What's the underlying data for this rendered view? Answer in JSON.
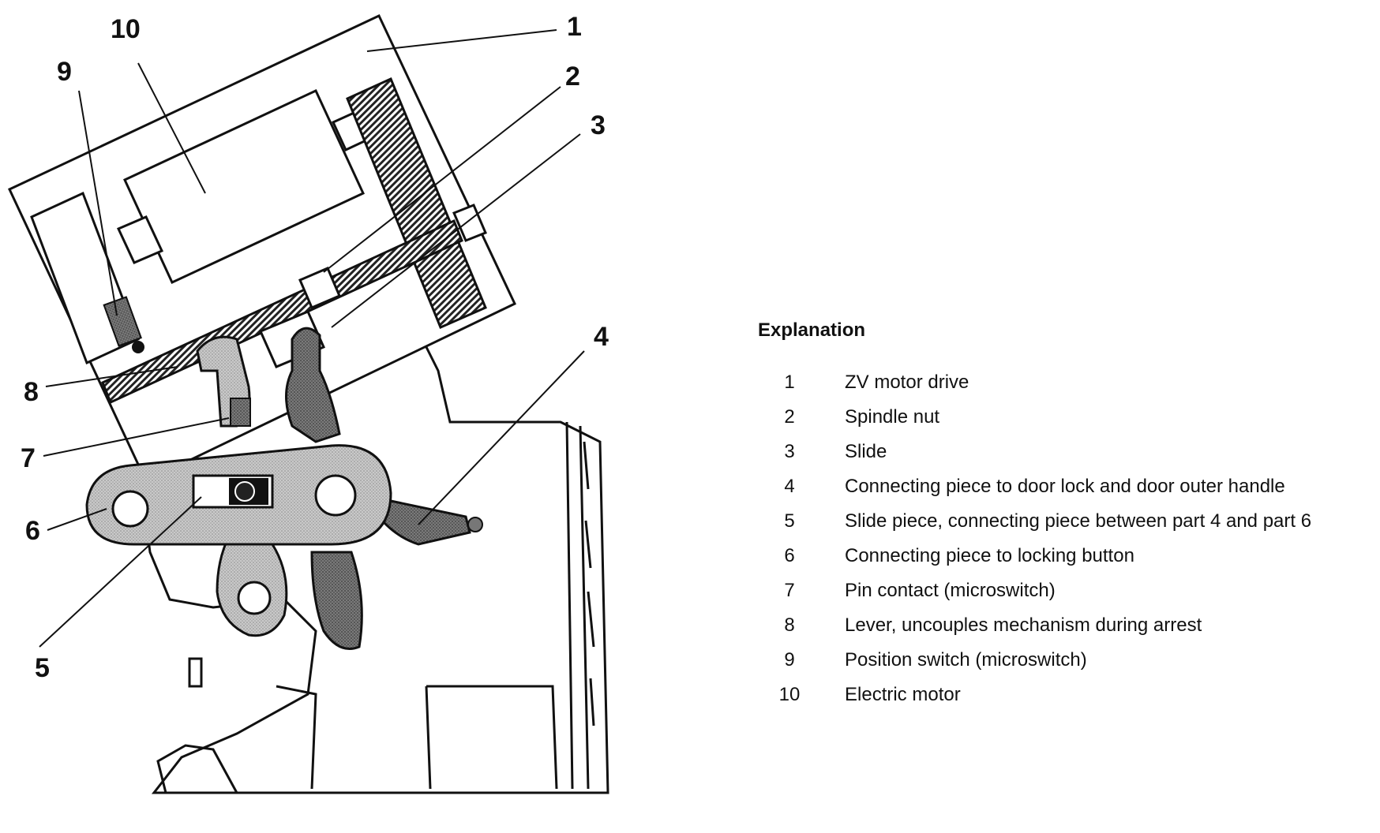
{
  "callouts": [
    "1",
    "2",
    "3",
    "4",
    "5",
    "6",
    "7",
    "8",
    "9",
    "10"
  ],
  "legend": {
    "title": "Explanation",
    "items": [
      {
        "num": "1",
        "text": "ZV motor drive"
      },
      {
        "num": "2",
        "text": "Spindle nut"
      },
      {
        "num": "3",
        "text": "Slide"
      },
      {
        "num": "4",
        "text": "Connecting piece to door lock and door outer handle"
      },
      {
        "num": "5",
        "text": "Slide piece, connecting piece between part 4 and part 6"
      },
      {
        "num": "6",
        "text": "Connecting piece to locking button"
      },
      {
        "num": "7",
        "text": "Pin contact (microswitch)"
      },
      {
        "num": "8",
        "text": "Lever, uncouples mechanism during arrest"
      },
      {
        "num": "9",
        "text": "Position switch (microswitch)"
      },
      {
        "num": "10",
        "text": "Electric motor"
      }
    ]
  }
}
